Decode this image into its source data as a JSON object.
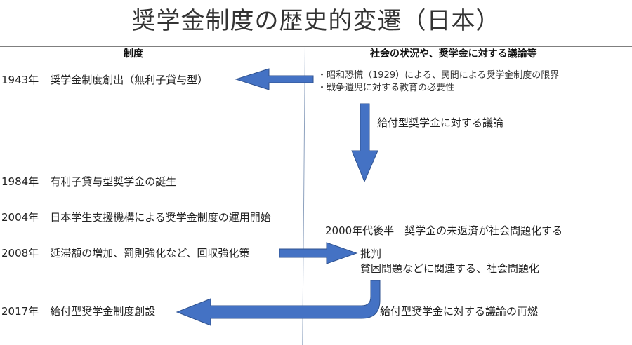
{
  "title": "奨学金制度の歴史的変遷（日本）",
  "columns": {
    "left": "制度",
    "right": "社会の状況や、奨学金に対する議論等"
  },
  "events": [
    {
      "year": "1943年",
      "text": "奨学金制度創出（無利子貸与型）"
    },
    {
      "year": "1984年",
      "text": "有利子貸与型奨学金の誕生"
    },
    {
      "year": "2004年",
      "text": "日本学生支援機構による奨学金制度の運用開始"
    },
    {
      "year": "2008年",
      "text": "延滞額の増加、罰則強化など、回収強化策"
    },
    {
      "year": "2017年",
      "text": "給付型奨学金制度創設"
    }
  ],
  "context": {
    "bullets": [
      "・昭和恐慌（1929）による、民間による奨学金制度の限界",
      "・戦争遺児に対する教育の必要性"
    ],
    "debate": "給付型奨学金に対する議論",
    "late2000s": "2000年代後半　奨学金の未返済が社会問題化する",
    "criticism": "批判",
    "poverty": "貧困問題などに関連する、社会問題化",
    "revival": "給付型奨学金に対する議論の再燃"
  },
  "colors": {
    "arrow_fill": "#4472c4",
    "arrow_stroke": "#2f528f",
    "divider": "#8ea2bf"
  }
}
